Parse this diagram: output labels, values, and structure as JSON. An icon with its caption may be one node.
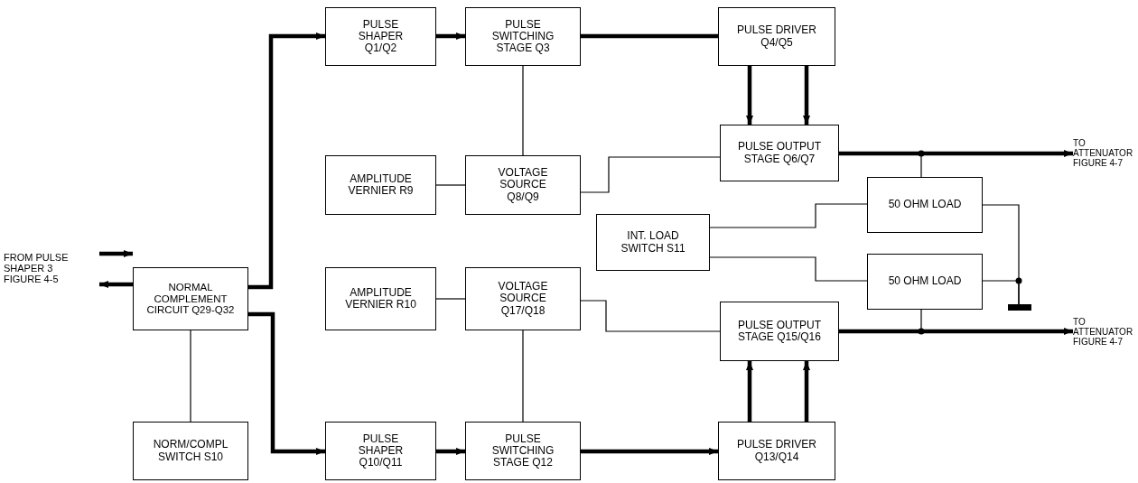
{
  "diagram": {
    "nodes": [
      {
        "text": [
          "FROM PULSE SHAPER 3 FIGURE 4-5"
        ]
      },
      {
        "text": [
          "NORMAL COMPLEMENT CIRCUIT Q29-Q32"
        ]
      },
      {
        "text": [
          "NORM/COMPL SWITCH S10"
        ]
      },
      {
        "text": [
          "PULSE SHAPER Q1/Q2"
        ]
      },
      {
        "text": [
          "PULSE SWITCHING STAGE Q3"
        ]
      },
      {
        "text": [
          "PULSE DRIVER Q4/Q5"
        ]
      },
      {
        "text": [
          "AMPLITUDE VERNIER R9"
        ]
      },
      {
        "text": [
          "VOLTAGE SOURCE Q8/Q9"
        ]
      },
      {
        "text": [
          "PULSE OUTPUT STAGE Q6/Q7"
        ]
      },
      {
        "text": [
          "TO ATTENUATOR FIGURE 4-7"
        ]
      },
      {
        "text": [
          "50 OHM LOAD"
        ]
      },
      {
        "text": [
          "INT. LOAD SWITCH S11"
        ]
      },
      {
        "text": [
          "50 OHM LOAD"
        ]
      },
      {
        "text": [
          "AMPLITUDE VERNIER R10"
        ]
      },
      {
        "text": [
          "VOLTAGE SOURCE Q17/Q18"
        ]
      },
      {
        "text": [
          "PULSE OUTPUT STAGE Q15/Q16"
        ]
      },
      {
        "text": [
          "TO ATTENUATOR FIGURE 4-7"
        ]
      },
      {
        "text": [
          "PULSE SHAPER Q10/Q11"
        ]
      },
      {
        "text": [
          "PULSE SWITCHING STAGE Q12"
        ]
      },
      {
        "text": [
          "PULSE DRIVER Q13/Q14"
        ]
      },
      {
        "text": [],
        "shape": "bar"
      }
    ],
    "edges": [
      {
        "from": 0,
        "to": 1,
        "arrow": "to"
      },
      {
        "from": 1,
        "to": 0,
        "arrow": "to"
      },
      {
        "from": 1,
        "to": 3,
        "arrow": "to"
      },
      {
        "from": 1,
        "to": 17,
        "arrow": "to"
      },
      {
        "from": 1,
        "to": 2,
        "arrow": "none"
      },
      {
        "from": 3,
        "to": 4,
        "arrow": "to"
      },
      {
        "from": 4,
        "to": 5,
        "arrow": "none"
      },
      {
        "from": 4,
        "to": 7,
        "arrow": "none"
      },
      {
        "from": 6,
        "to": 7,
        "arrow": "none"
      },
      {
        "from": 7,
        "to": 8,
        "arrow": "none"
      },
      {
        "from": 5,
        "to": 8,
        "arrow": "to"
      },
      {
        "from": 5,
        "to": 8,
        "arrow": "to"
      },
      {
        "from": 8,
        "to": 9,
        "arrow": "to"
      },
      {
        "from": 10,
        "to": 8,
        "arrow": "none"
      },
      {
        "from": 11,
        "to": 10,
        "arrow": "none"
      },
      {
        "from": 11,
        "to": 12,
        "arrow": "none"
      },
      {
        "from": 10,
        "to": 20,
        "arrow": "none"
      },
      {
        "from": 12,
        "to": 20,
        "arrow": "none"
      },
      {
        "from": 12,
        "to": 15,
        "arrow": "none"
      },
      {
        "from": 13,
        "to": 14,
        "arrow": "none"
      },
      {
        "from": 14,
        "to": 15,
        "arrow": "none"
      },
      {
        "from": 14,
        "to": 18,
        "arrow": "none"
      },
      {
        "from": 15,
        "to": 16,
        "arrow": "to"
      },
      {
        "from": 17,
        "to": 18,
        "arrow": "to"
      },
      {
        "from": 18,
        "to": 19,
        "arrow": "to"
      },
      {
        "from": 19,
        "to": 15,
        "arrow": "to"
      },
      {
        "from": 19,
        "to": 15,
        "arrow": "to"
      }
    ]
  }
}
